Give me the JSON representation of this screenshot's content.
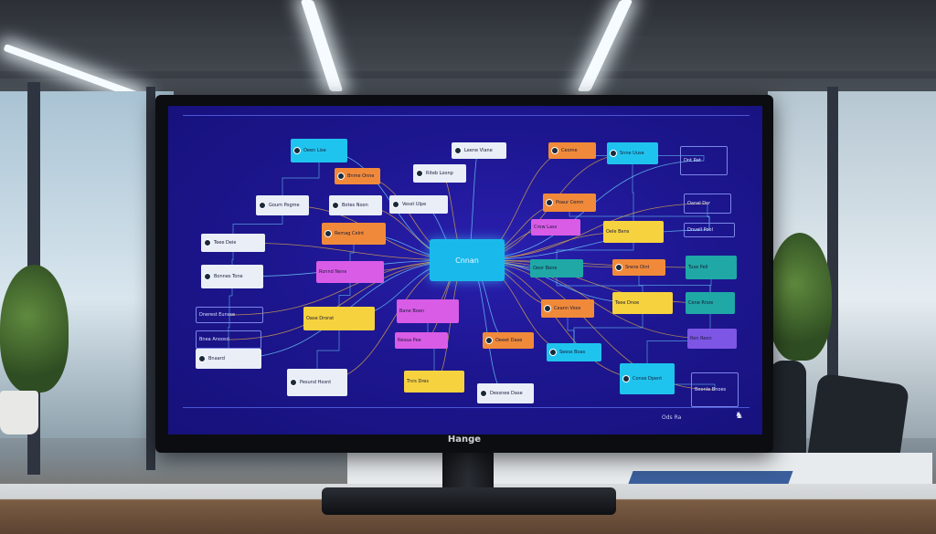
{
  "monitor": {
    "brand": "Hange"
  },
  "diagram": {
    "hub_label": "Cnnan",
    "status_text": "Ods Ra",
    "logo_glyph": "♞",
    "colors": {
      "cyan": "#1fc4ee",
      "orange": "#f08a3a",
      "yellow": "#f6d23e",
      "magenta": "#d95ce6",
      "teal": "#1fa8a6",
      "white": "#e9eef7",
      "purple": "#7d56e6",
      "line": "#d9a74a",
      "line2": "#6fd0ff"
    }
  },
  "nodes": [
    {
      "name": "node-cyan-top-left",
      "color": "cyan",
      "label": "Oeen Lise"
    },
    {
      "name": "node-orange-top-left",
      "color": "orange",
      "label": "Bnme Onne"
    },
    {
      "name": "node-white-top-center",
      "color": "white",
      "label": "Riteb Loonp"
    },
    {
      "name": "node-white-top-center-2",
      "color": "white",
      "label": "Leene Vlane"
    },
    {
      "name": "node-orange-top-right",
      "color": "orange",
      "label": "Ceome"
    },
    {
      "name": "node-cyan-top-right",
      "color": "cyan",
      "label": "Snne Uuse"
    },
    {
      "name": "node-outline-top-right",
      "color": "outline",
      "label": "Dnt Ret"
    },
    {
      "name": "node-white-left-1",
      "color": "white",
      "label": "Goum Pogme"
    },
    {
      "name": "node-white-mid-1",
      "color": "white",
      "label": "Botes Noon"
    },
    {
      "name": "node-white-mid-2",
      "color": "white",
      "label": "Vesst Ulpe"
    },
    {
      "name": "node-orange-mid-right",
      "color": "orange",
      "label": "Poaur Cemn"
    },
    {
      "name": "node-outline-right-1",
      "color": "outline",
      "label": "Oanal Dor"
    },
    {
      "name": "node-orange-left-2",
      "color": "orange",
      "label": "Remag Celnt"
    },
    {
      "name": "node-magenta-mid",
      "color": "magenta",
      "label": "Crow Lass"
    },
    {
      "name": "node-yellow-right",
      "color": "yellow",
      "label": "Oele Bens"
    },
    {
      "name": "node-outline-right-2",
      "color": "outline",
      "label": "Dnuell Pool"
    },
    {
      "name": "node-white-left-2",
      "color": "white",
      "label": "Teee Deie"
    },
    {
      "name": "node-magenta-left",
      "color": "magenta",
      "label": "Ronnd Nene"
    },
    {
      "name": "node-teal-right-1",
      "color": "teal",
      "label": "Oeor Bene"
    },
    {
      "name": "node-orange-right-2",
      "color": "orange",
      "label": "Srene Oint"
    },
    {
      "name": "node-teal-right-2",
      "color": "teal",
      "label": "Tuse Pell"
    },
    {
      "name": "node-white-left-3",
      "color": "white",
      "label": "Bonnes Tone"
    },
    {
      "name": "node-magenta-center",
      "color": "magenta",
      "label": "Bane Boen"
    },
    {
      "name": "node-orange-center-right",
      "color": "orange",
      "label": "Ceann Voos"
    },
    {
      "name": "node-yellow-right-2",
      "color": "yellow",
      "label": "Teee Dnoe"
    },
    {
      "name": "node-teal-right-3",
      "color": "teal",
      "label": "Cene Rnoe"
    },
    {
      "name": "node-outline-left-3",
      "color": "outline",
      "label": "Dnerest Eunsse"
    },
    {
      "name": "node-yellow-left",
      "color": "yellow",
      "label": "Oase Drorat"
    },
    {
      "name": "node-outline-left-4",
      "color": "outline",
      "label": "Bnea Anoosd"
    },
    {
      "name": "node-magenta-small",
      "color": "magenta",
      "label": "Nessa Pee"
    },
    {
      "name": "node-orange-lower",
      "color": "orange",
      "label": "Oeeet Dase"
    },
    {
      "name": "node-cyan-lower",
      "color": "cyan",
      "label": "Seess Boas"
    },
    {
      "name": "node-purple-right",
      "color": "purple",
      "label": "Ren Reon"
    },
    {
      "name": "node-white-left-4",
      "color": "white",
      "label": "Bnaard"
    },
    {
      "name": "node-white-bottom-left",
      "color": "white",
      "label": "Pesund Hosnt"
    },
    {
      "name": "node-yellow-bottom",
      "color": "yellow",
      "label": "Tnrs Dres"
    },
    {
      "name": "node-white-bottom",
      "color": "white",
      "label": "Dessnee Dase"
    },
    {
      "name": "node-cyan-bottom-right",
      "color": "cyan",
      "label": "Conse Dpent"
    },
    {
      "name": "node-outline-bottom-right",
      "color": "outline",
      "label": "Beonle Bnoes"
    }
  ]
}
